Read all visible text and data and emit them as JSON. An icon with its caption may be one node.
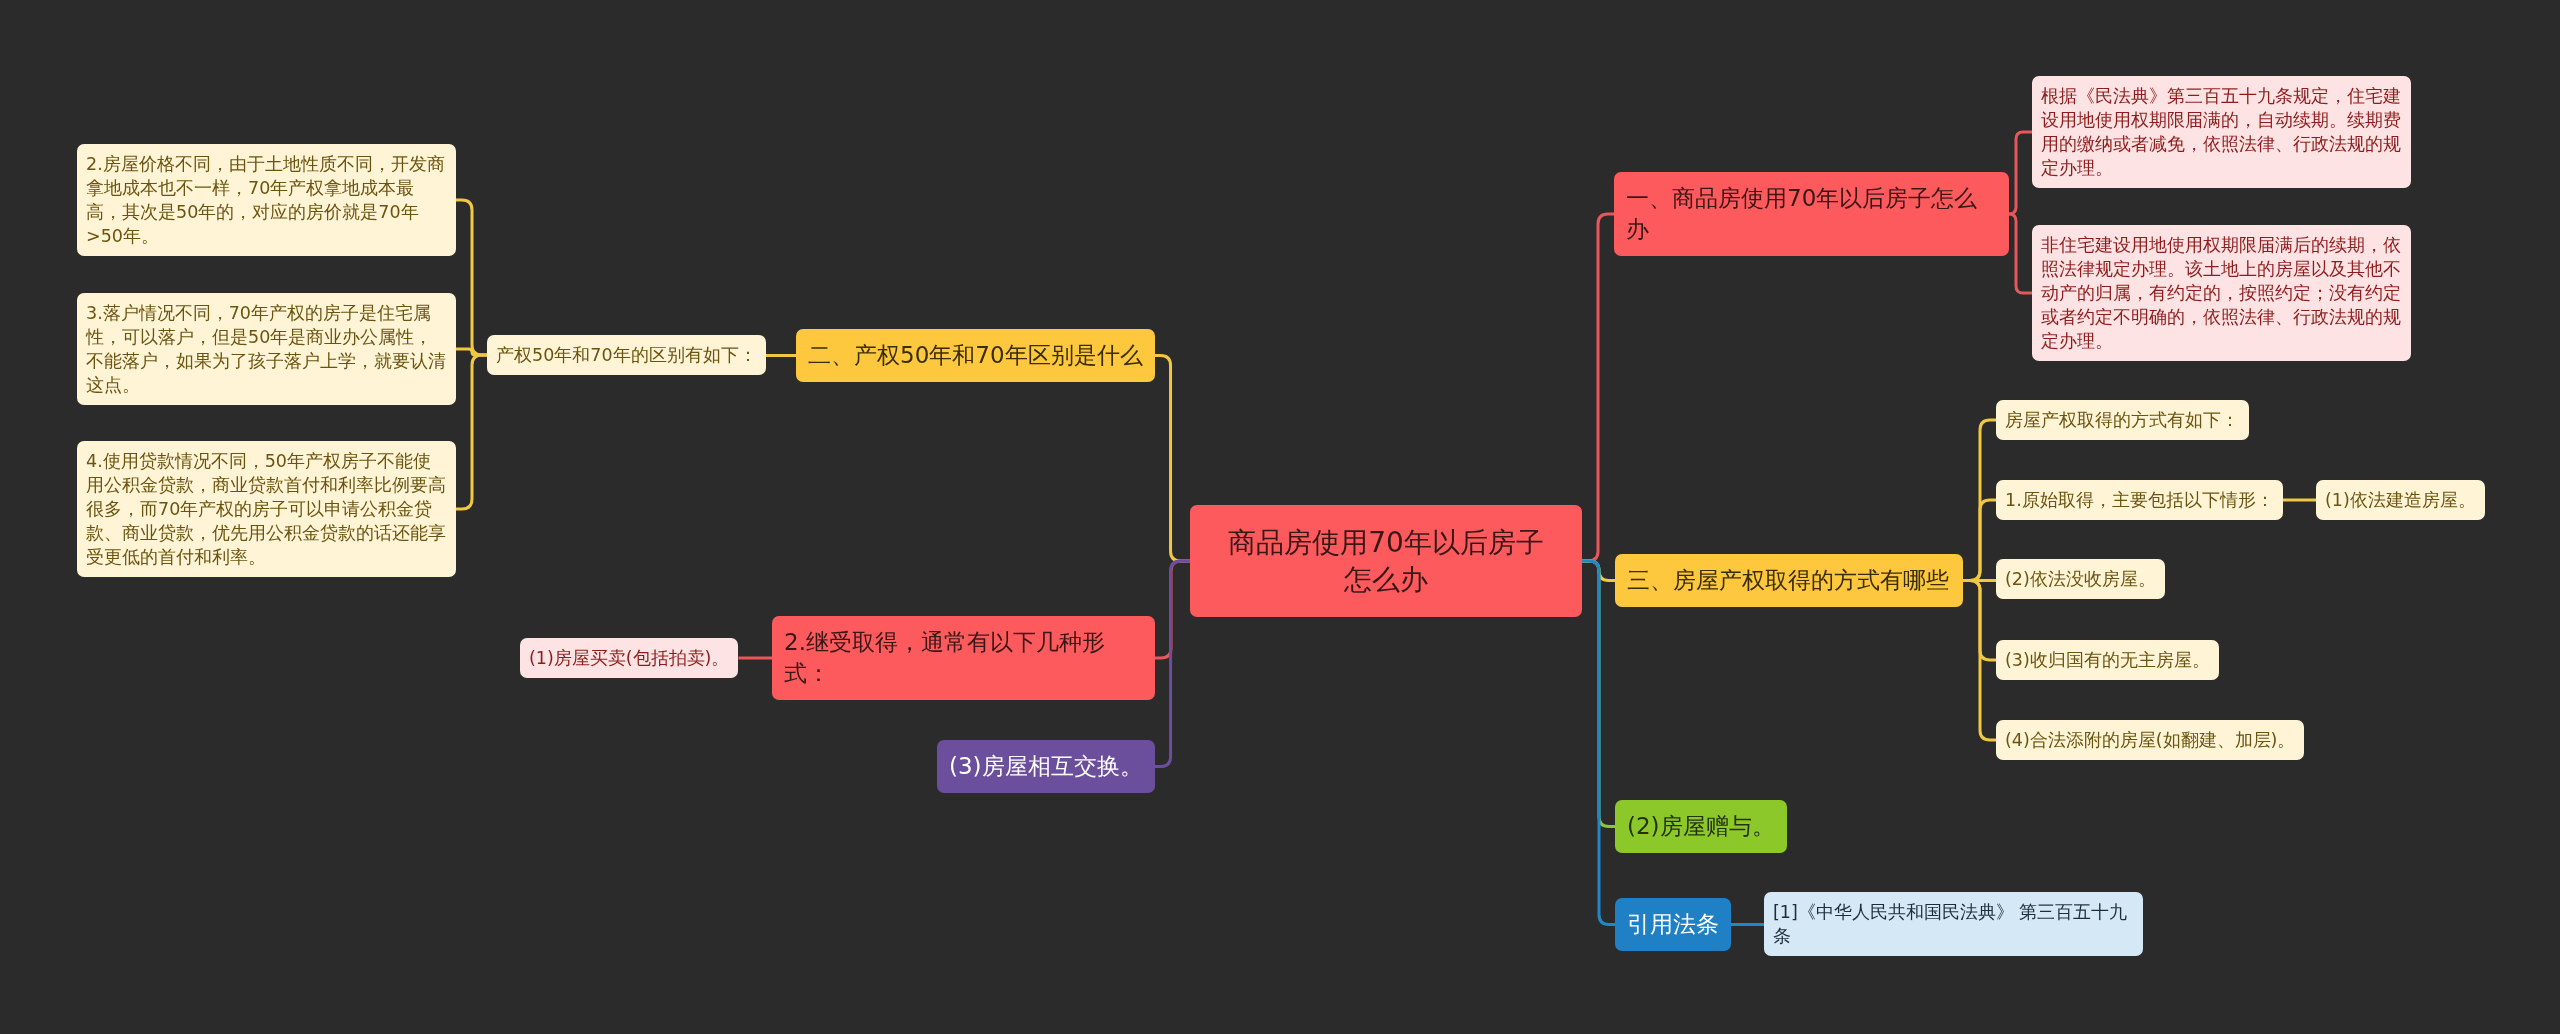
{
  "diagram": {
    "nodes": [
      {
        "text": [
          "商品房使用70年以后房子怎么办"
        ]
      },
      {
        "text": [
          "一、商品房使用70年以后房子怎么办"
        ]
      },
      {
        "text": [
          "根据《民法典》第三百五十九条规定，住宅建设用地使用权期限届满的，自动续期。续期费用的缴纳或者减免，依照法律、行政法规的规定办理。"
        ]
      },
      {
        "text": [
          "非住宅建设用地使用权期限届满后的续期，依照法律规定办理。该土地上的房屋以及其他不动产的归属，有约定的，按照约定；没有约定或者约定不明确的，依照法律、行政法规的规定办理。"
        ]
      },
      {
        "text": [
          "三、房屋产权取得的方式有哪些"
        ]
      },
      {
        "text": [
          "房屋产权取得的方式有如下："
        ]
      },
      {
        "text": [
          "1.原始取得，主要包括以下情形："
        ]
      },
      {
        "text": [
          "(1)依法建造房屋。"
        ]
      },
      {
        "text": [
          "(2)依法没收房屋。"
        ]
      },
      {
        "text": [
          "(3)收归国有的无主房屋。"
        ]
      },
      {
        "text": [
          "(4)合法添附的房屋(如翻建、加层)。"
        ]
      },
      {
        "text": [
          "(2)房屋赠与。"
        ]
      },
      {
        "text": [
          "引用法条"
        ]
      },
      {
        "text": [
          "[1]《中华人民共和国民法典》 第三百五十九条"
        ]
      },
      {
        "text": [
          "二、产权50年和70年区别是什么"
        ]
      },
      {
        "text": [
          "产权50年和70年的区别有如下："
        ]
      },
      {
        "text": [
          "2.房屋价格不同，由于土地性质不同，开发商拿地成本也不一样，70年产权拿地成本最高，其次是50年的，对应的房价就是70年>50年。"
        ]
      },
      {
        "text": [
          "3.落户情况不同，70年产权的房子是住宅属性，可以落户，但是50年是商业办公属性，不能落户，如果为了孩子落户上学，就要认清这点。"
        ]
      },
      {
        "text": [
          "4.使用贷款情况不同，50年产权房子不能使用公积金贷款，商业贷款首付和利率比例要高很多，而70年产权的房子可以申请公积金贷款、商业贷款，优先用公积金贷款的话还能享受更低的首付和利率。"
        ]
      },
      {
        "text": [
          "2.继受取得，通常有以下几种形式："
        ]
      },
      {
        "text": [
          "(1)房屋买卖(包括拍卖)。"
        ]
      },
      {
        "text": [
          "(3)房屋相互交换。"
        ]
      }
    ],
    "edges": [
      {
        "from": 0,
        "to": 1,
        "arrow": "none",
        "color": "#e8575b"
      },
      {
        "from": 1,
        "to": 2,
        "arrow": "none",
        "color": "#e8575b"
      },
      {
        "from": 1,
        "to": 3,
        "arrow": "none",
        "color": "#e8575b"
      },
      {
        "from": 0,
        "to": 4,
        "arrow": "none"
      },
      {
        "from": 4,
        "to": 5,
        "arrow": "none"
      },
      {
        "from": 4,
        "to": 6,
        "arrow": "none"
      },
      {
        "from": 6,
        "to": 7,
        "arrow": "none"
      },
      {
        "from": 4,
        "to": 8,
        "arrow": "none"
      },
      {
        "from": 4,
        "to": 9,
        "arrow": "none"
      },
      {
        "from": 4,
        "to": 10,
        "arrow": "none"
      },
      {
        "from": 0,
        "to": 11,
        "arrow": "none",
        "color": "#8cc63f"
      },
      {
        "from": 0,
        "to": 12,
        "arrow": "none",
        "color": "#1e88c8"
      },
      {
        "from": 12,
        "to": 13,
        "arrow": "none",
        "color": "#1e88c8"
      },
      {
        "from": 0,
        "to": 14,
        "arrow": "none"
      },
      {
        "from": 14,
        "to": 15,
        "arrow": "none"
      },
      {
        "from": 15,
        "to": 16,
        "arrow": "none"
      },
      {
        "from": 15,
        "to": 17,
        "arrow": "none"
      },
      {
        "from": 15,
        "to": 18,
        "arrow": "none"
      },
      {
        "from": 0,
        "to": 19,
        "arrow": "none",
        "color": "#e8575b"
      },
      {
        "from": 19,
        "to": 20,
        "arrow": "none",
        "color": "#e8575b"
      },
      {
        "from": 0,
        "to": 21,
        "arrow": "none",
        "color": "#6b4f9e"
      }
    ]
  }
}
